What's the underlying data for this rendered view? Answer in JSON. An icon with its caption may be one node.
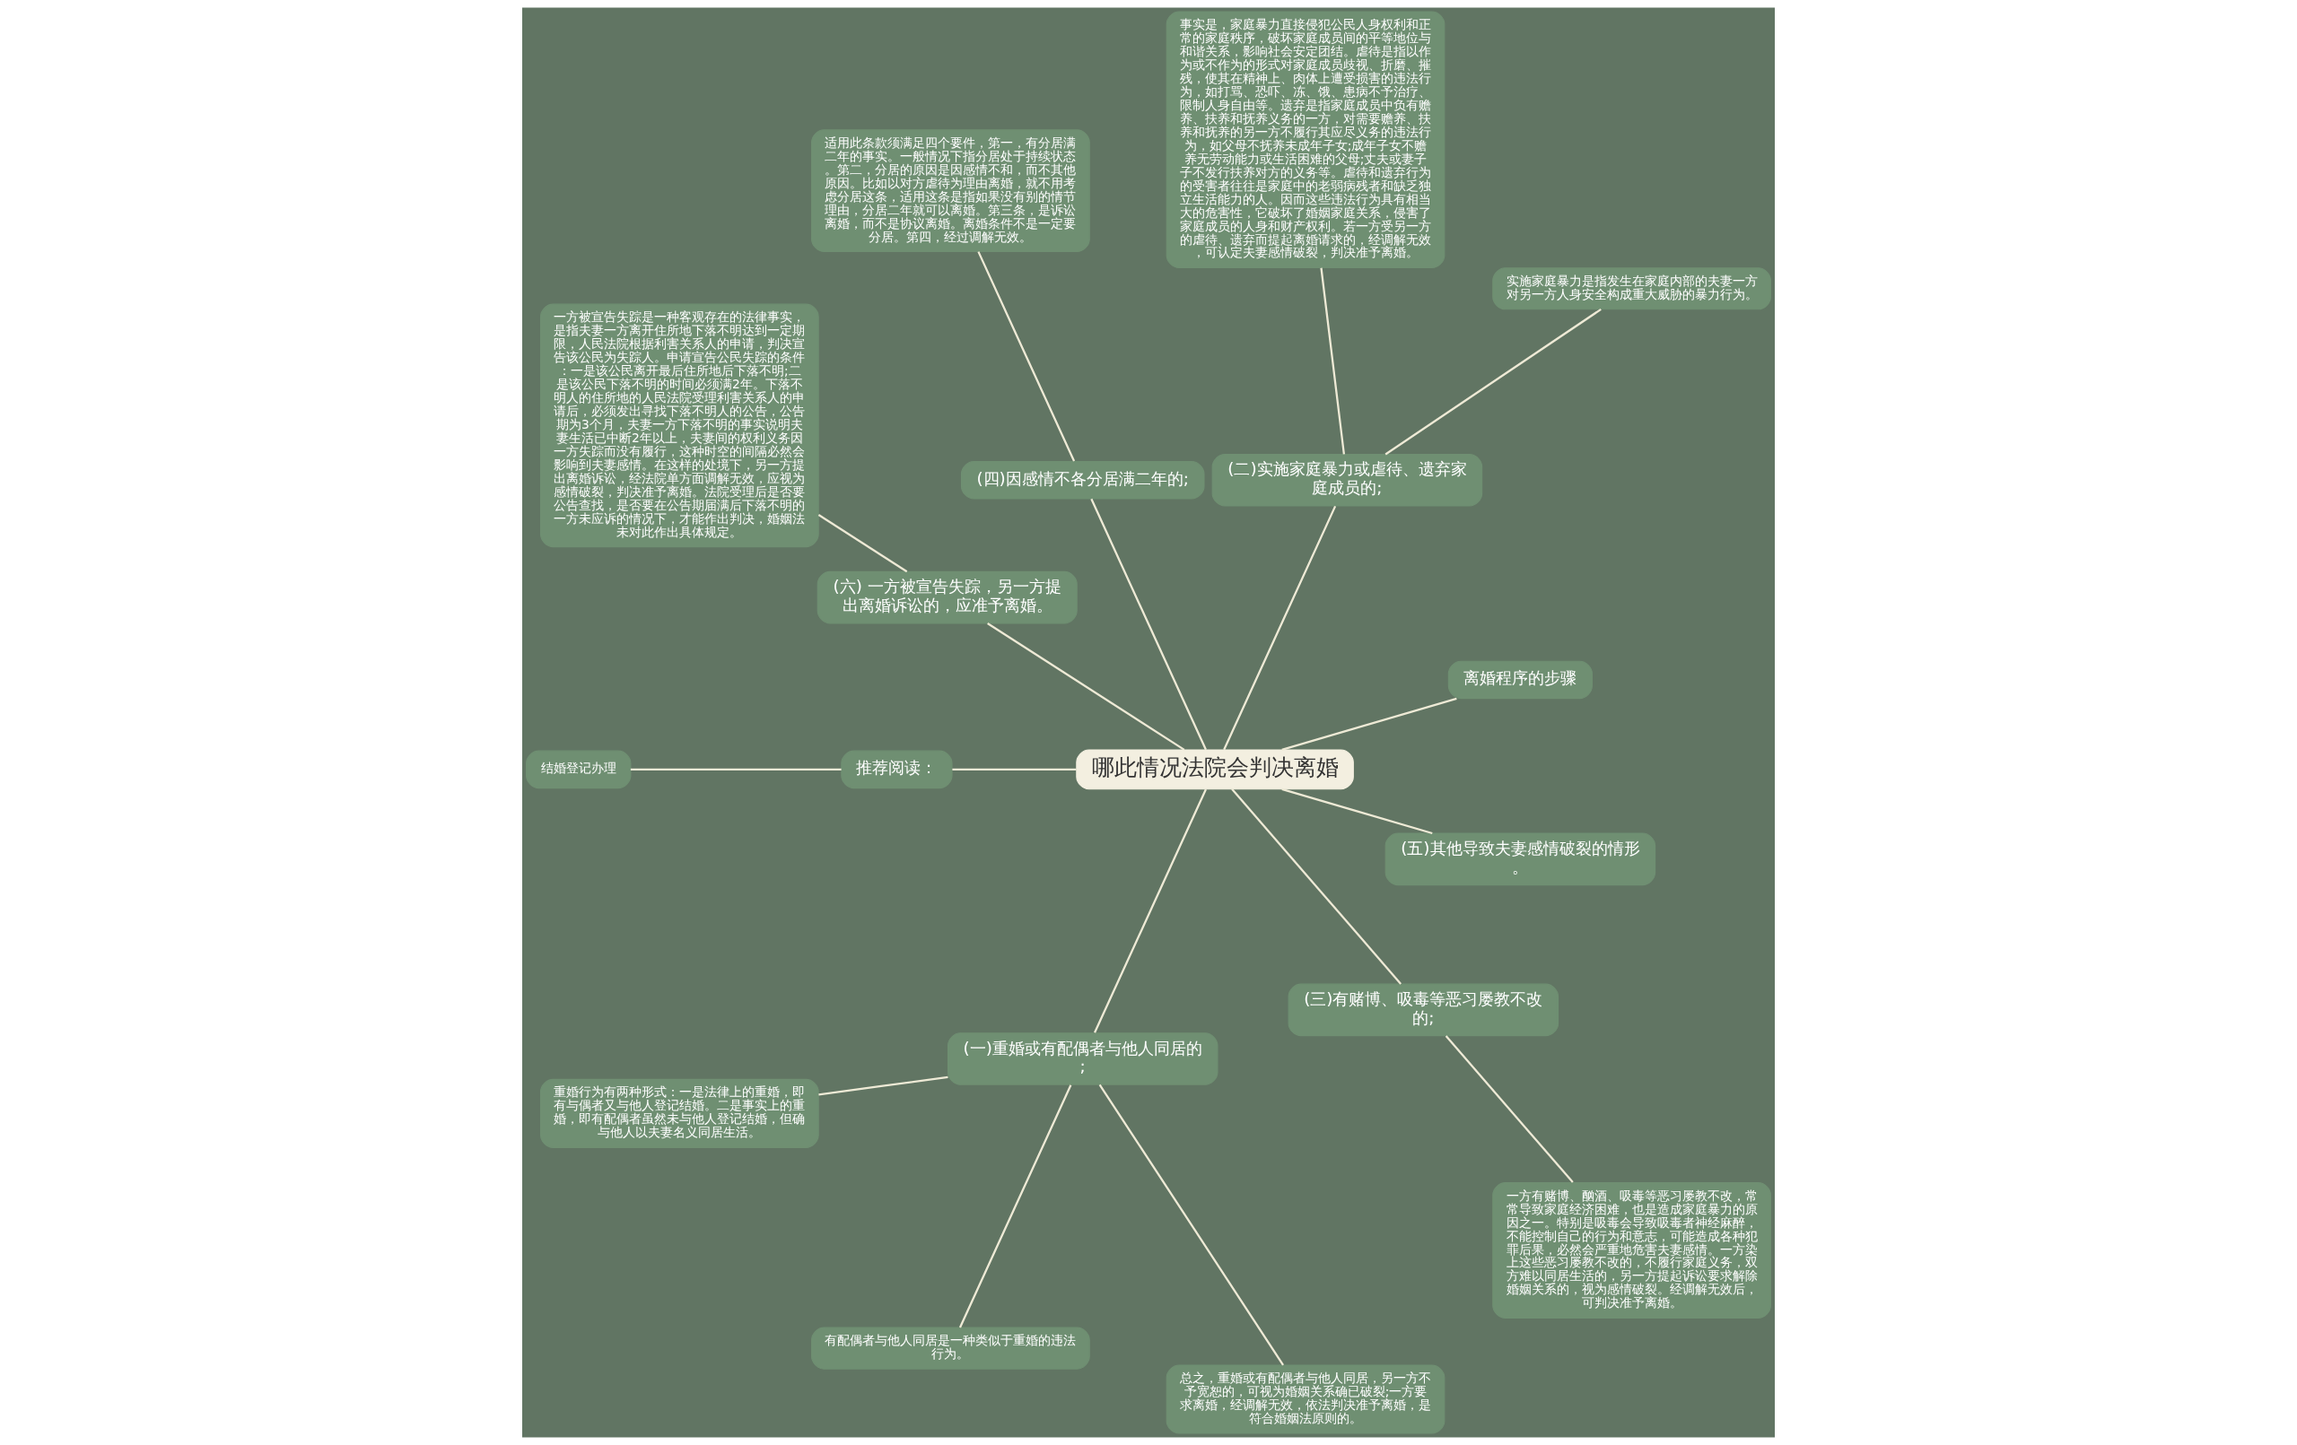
{
  "diagram": {
    "nodes": [
      {
        "text": [
          "哪此情况法院会判决离婚"
        ]
      },
      {
        "text": [
          "离婚程序的步骤"
        ]
      },
      {
        "text": [
          "(二)实施家庭暴力或虐待、遗弃家庭成员的;"
        ]
      },
      {
        "text": [
          "实施家庭暴力是指发生在家庭内部的夫妻一方对另一方人身安全构成重大威胁的暴力行为。"
        ]
      },
      {
        "text": [
          "事实是，家庭暴力直接侵犯公民人身权利和正常的家庭秩序，破坏家庭成员间的平等地位与和谐关系，影响社会安定团结。虐待是指以作为或不作为的形式对家庭成员歧视、折磨、摧残，使其在精神上、肉体上遭受损害的违法行为，如打骂、恐吓、冻、饿、患病不予治疗、限制人身自由等。遗弃是指家庭成员中负有赡养、扶养和抚养义务的一方，对需要赡养、扶养和抚养的另一方不履行其应尽义务的违法行为，如父母不抚养未成年子女;成年子女不赡养无劳动能力或生活困难的父母;丈夫或妻子子不发行扶养对方的义务等。虐待和遗弃行为的受害者往往是家庭中的老弱病残者和缺乏独立生活能力的人。因而这些违法行为具有相当大的危害性，它破坏了婚姻家庭关系，侵害了家庭成员的人身和财产权利。若一方受另一方的虐待、遗弃而提起离婚请求的，经调解无效，可认定夫妻感情破裂，判决准予离婚。"
        ]
      },
      {
        "text": [
          "(四)因感情不各分居满二年的;"
        ]
      },
      {
        "text": [
          "适用此条款须满足四个要件，第一，有分居满二年的事实。一般情况下指分居处于持续状态。第二，分居的原因是因感情不和，而不其他原因。比如以对方虐待为理由离婚，就不用考虑分居这条，适用这条是指如果没有别的情节理由，分居二年就可以离婚。第三条，是诉讼离婚，而不是协议离婚。离婚条件不是一定要分居。第四，经过调解无效。"
        ]
      },
      {
        "text": [
          "(六) 一方被宣告失踪，另一方提出离婚诉讼的，应准予离婚。"
        ]
      },
      {
        "text": [
          "一方被宣告失踪是一种客观存在的法律事实，是指夫妻一方离开住所地下落不明达到一定期限，人民法院根据利害关系人的申请，判决宣告该公民为失踪人。申请宣告公民失踪的条件：一是该公民离开最后住所地后下落不明;二是该公民下落不明的时间必须满2年。下落不明人的住所地的人民法院受理利害关系人的申请后，必须发出寻找下落不明人的公告，公告期为3个月，夫妻一方下落不明的事实说明夫妻生活已中断2年以上，夫妻间的权利义务因一方失踪而没有履行，这种时空的间隔必然会影响到夫妻感情。在这样的处境下，另一方提出离婚诉讼，经法院单方面调解无效，应视为感情破裂，判决准予离婚。法院受理后是否要公告查找，是否要在公告期届满后下落不明的一方未应诉的情况下，才能作出判决，婚姻法未对此作出具体规定。"
        ]
      },
      {
        "text": [
          "推荐阅读："
        ]
      },
      {
        "text": [
          "结婚登记办理"
        ]
      },
      {
        "text": [
          "(一)重婚或有配偶者与他人同居的;"
        ]
      },
      {
        "text": [
          "重婚行为有两种形式：一是法律上的重婚，即有与偶者又与他人登记结婚。二是事实上的重婚，即有配偶者虽然未与他人登记结婚，但确与他人以夫妻名义同居生活。"
        ]
      },
      {
        "text": [
          "有配偶者与他人同居是一种类似于重婚的违法行为。"
        ]
      },
      {
        "text": [
          "总之，重婚或有配偶者与他人同居，另一方不予宽恕的，可视为婚姻关系确已破裂;一方要求离婚，经调解无效，依法判决准予离婚，是符合婚姻法原则的。"
        ]
      },
      {
        "text": [
          "(三)有赌博、吸毒等恶习屡教不改的;"
        ]
      },
      {
        "text": [
          "一方有赌博、酗酒、吸毒等恶习屡教不改，常常导致家庭经济困难，也是造成家庭暴力的原因之一。特别是吸毒会导致吸毒者神经麻醉，不能控制自己的行为和意志，可能造成各种犯罪后果，必然会严重地危害夫妻感情。一方染上这些恶习屡教不改的，不履行家庭义务，双方难以同居生活的，另一方提起诉讼要求解除婚姻关系的，视为感情破裂。经调解无效后，可判决准予离婚。"
        ]
      },
      {
        "text": [
          "(五)其他导致夫妻感情破裂的情形。"
        ]
      }
    ],
    "edges": [
      {
        "from": 0,
        "to": 1,
        "arrow": "none"
      },
      {
        "from": 0,
        "to": 2,
        "arrow": "none"
      },
      {
        "from": 2,
        "to": 3,
        "arrow": "none"
      },
      {
        "from": 2,
        "to": 4,
        "arrow": "none"
      },
      {
        "from": 0,
        "to": 5,
        "arrow": "none"
      },
      {
        "from": 5,
        "to": 6,
        "arrow": "none"
      },
      {
        "from": 0,
        "to": 7,
        "arrow": "none"
      },
      {
        "from": 7,
        "to": 8,
        "arrow": "none"
      },
      {
        "from": 0,
        "to": 9,
        "arrow": "none"
      },
      {
        "from": 9,
        "to": 10,
        "arrow": "none"
      },
      {
        "from": 0,
        "to": 11,
        "arrow": "none"
      },
      {
        "from": 11,
        "to": 12,
        "arrow": "none"
      },
      {
        "from": 11,
        "to": 13,
        "arrow": "none"
      },
      {
        "from": 11,
        "to": 14,
        "arrow": "none"
      },
      {
        "from": 0,
        "to": 15,
        "arrow": "none"
      },
      {
        "from": 15,
        "to": 16,
        "arrow": "none"
      },
      {
        "from": 0,
        "to": 17,
        "arrow": "none"
      }
    ]
  }
}
